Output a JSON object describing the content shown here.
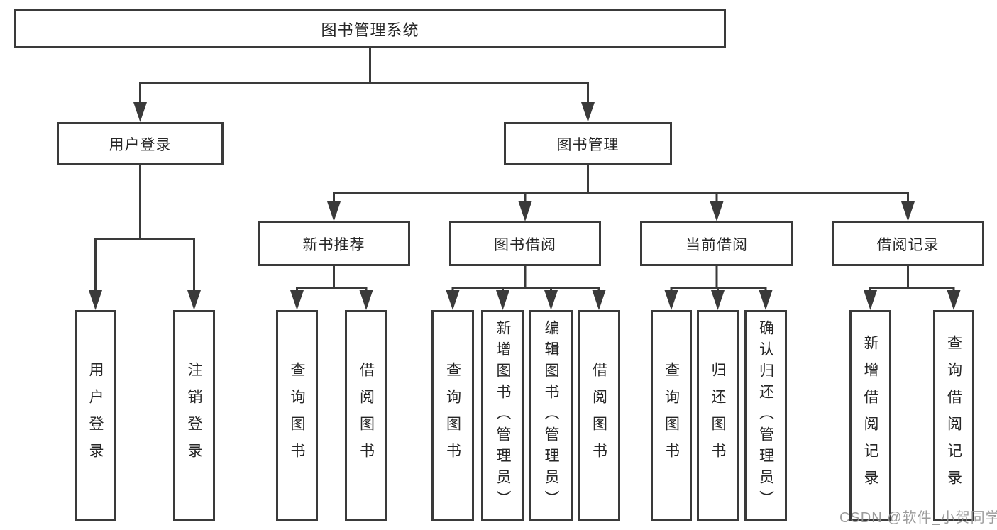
{
  "diagram": {
    "root": {
      "label": "图书管理系统"
    },
    "branches": [
      {
        "label": "用户登录",
        "children": [
          "用户登录",
          "注销登录"
        ]
      },
      {
        "label": "图书管理"
      }
    ],
    "modules": [
      {
        "label": "新书推荐",
        "children": [
          "查询图书",
          "借阅图书"
        ]
      },
      {
        "label": "图书借阅",
        "children": [
          "查询图书",
          "新增图书（管理员）",
          "编辑图书（管理员）",
          "借阅图书"
        ]
      },
      {
        "label": "当前借阅",
        "children": [
          "查询图书",
          "归还图书",
          "确认归还（管理员）"
        ]
      },
      {
        "label": "借阅记录",
        "children": [
          "新增借阅记录",
          "查询借阅记录"
        ]
      }
    ],
    "watermark": "CSDN @软件_小贺同学",
    "colors": {
      "line": "#3a3a3a",
      "text": "#262626",
      "watermark": "#949494"
    }
  }
}
